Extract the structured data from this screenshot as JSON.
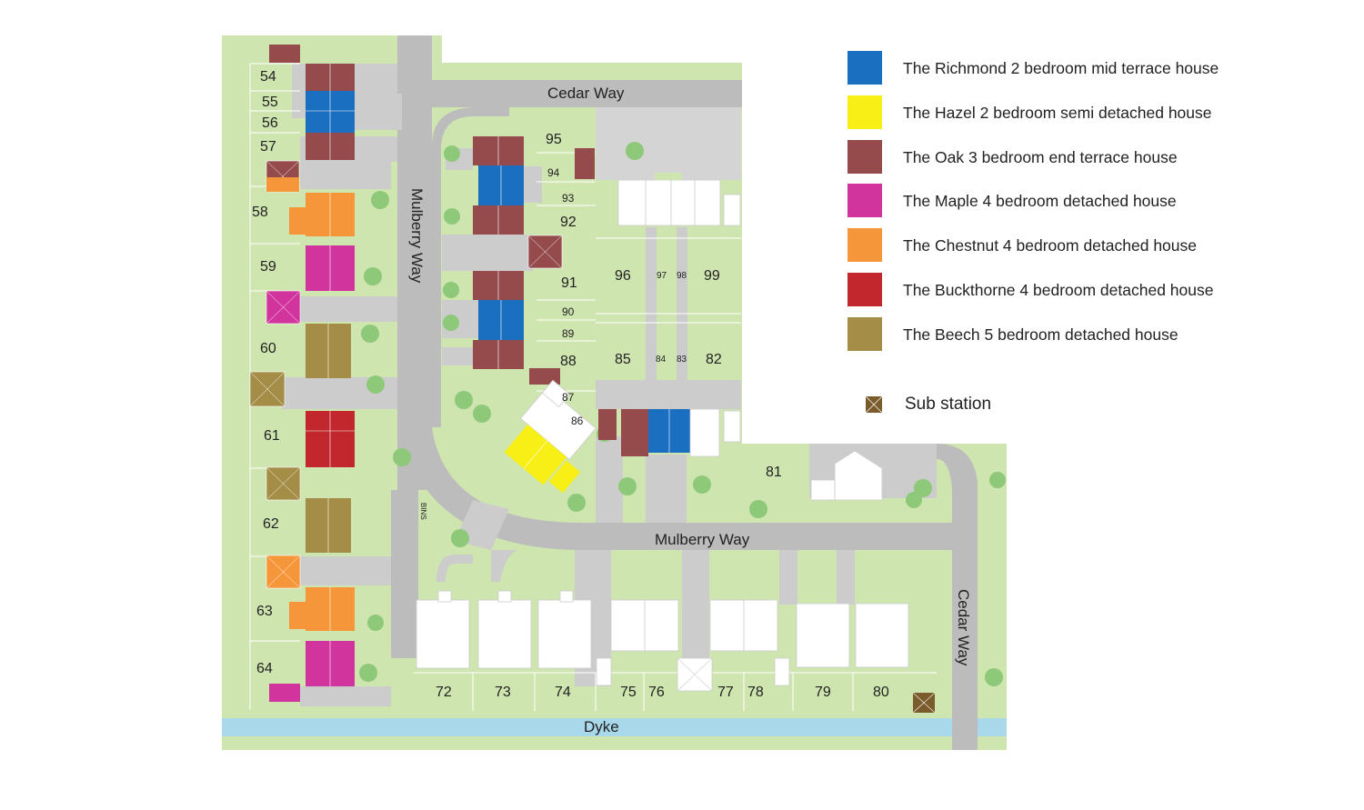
{
  "colors": {
    "grass": "#cfe5b0",
    "lightgrass": "#dcecc4",
    "road": "#bcbcbc",
    "drive": "#cccccc",
    "dyke": "#a8d8ea",
    "tree": "#8ec97a",
    "white_house": "#ffffff"
  },
  "legend": [
    {
      "label": "The Richmond 2 bedroom mid terrace house",
      "color": "#1a6fc0",
      "icon": "blue-square"
    },
    {
      "label": "The Hazel 2 bedroom semi detached house",
      "color": "#f7ef15",
      "icon": "yellow-square"
    },
    {
      "label": "The Oak 3 bedroom end terrace house",
      "color": "#954a4c",
      "icon": "dark-red-square"
    },
    {
      "label": "The Maple 4 bedroom detached house",
      "color": "#d2349e",
      "icon": "pink-square"
    },
    {
      "label": "The Chestnut 4 bedroom detached house",
      "color": "#f6963a",
      "icon": "orange-square"
    },
    {
      "label": "The Buckthorne 4  bedroom detached house",
      "color": "#c1272d",
      "icon": "red-square"
    },
    {
      "label": "The Beech 5 bedroom detached house",
      "color": "#a48d47",
      "icon": "olive-square"
    }
  ],
  "substation": {
    "label": "Sub station",
    "color": "#7a5c2c",
    "icon": "crossed-square"
  },
  "roads": {
    "cedar_way_top": "Cedar Way",
    "cedar_way_right": "Cedar Way",
    "mulberry_way_left": "Mulberry Way",
    "mulberry_way_bottom": "Mulberry Way",
    "dyke": "Dyke",
    "bins": "BINS"
  },
  "plots": {
    "p54": "54",
    "p55": "55",
    "p56": "56",
    "p57": "57",
    "p58": "58",
    "p59": "59",
    "p60": "60",
    "p61": "61",
    "p62": "62",
    "p63": "63",
    "p64": "64",
    "p72": "72",
    "p73": "73",
    "p74": "74",
    "p75": "75",
    "p76": "76",
    "p77": "77",
    "p78": "78",
    "p79": "79",
    "p80": "80",
    "p81": "81",
    "p82": "82",
    "p83": "83",
    "p84": "84",
    "p85": "85",
    "p86": "86",
    "p87": "87",
    "p88": "88",
    "p89": "89",
    "p90": "90",
    "p91": "91",
    "p92": "92",
    "p93": "93",
    "p94": "94",
    "p95": "95",
    "p96": "96",
    "p97": "97",
    "p98": "98",
    "p99": "99"
  }
}
